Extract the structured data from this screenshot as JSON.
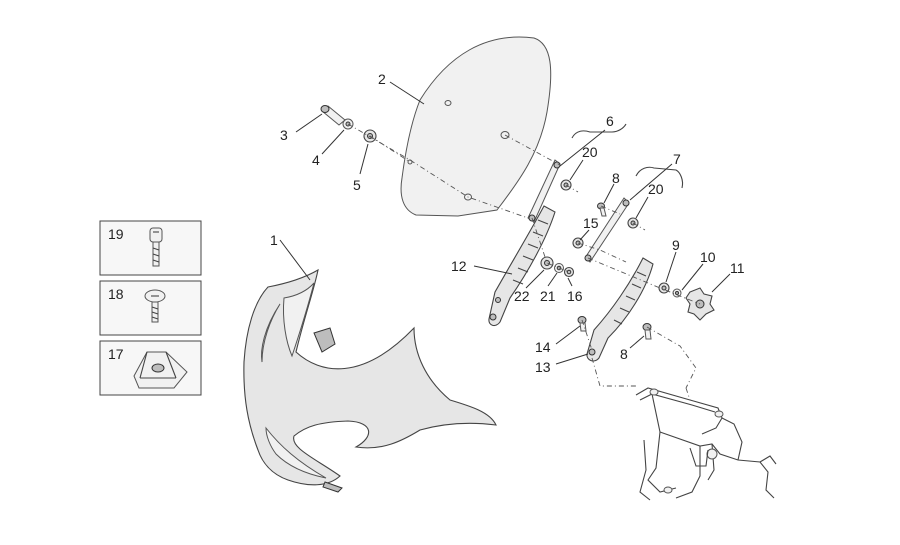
{
  "callouts": {
    "c1": "1",
    "c2": "2",
    "c3": "3",
    "c4": "4",
    "c5": "5",
    "c6": "6",
    "c7": "7",
    "c8a": "8",
    "c8b": "8",
    "c9": "9",
    "c10": "10",
    "c11": "11",
    "c12": "12",
    "c13": "13",
    "c14": "14",
    "c15": "15",
    "c16": "16",
    "c17": "17",
    "c18": "18",
    "c19": "19",
    "c20a": "20",
    "c20b": "20",
    "c21": "21",
    "c22": "22"
  }
}
